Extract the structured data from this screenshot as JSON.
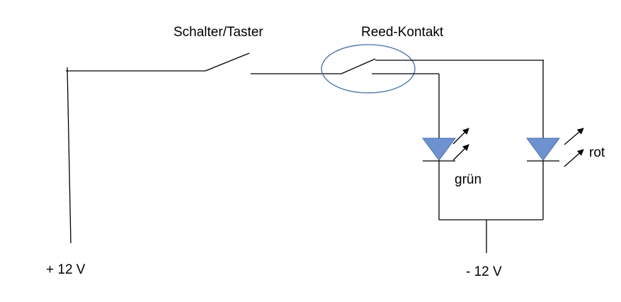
{
  "labels": {
    "switch": "Schalter/Taster",
    "reed": "Reed-Kontakt",
    "led_green": "grün",
    "led_red": "rot",
    "plus": "+ 12 V",
    "minus": "- 12 V"
  },
  "colors": {
    "wire": "#000000",
    "led_fill": "#6d92cf",
    "reed_ring": "#3f6fa8"
  }
}
